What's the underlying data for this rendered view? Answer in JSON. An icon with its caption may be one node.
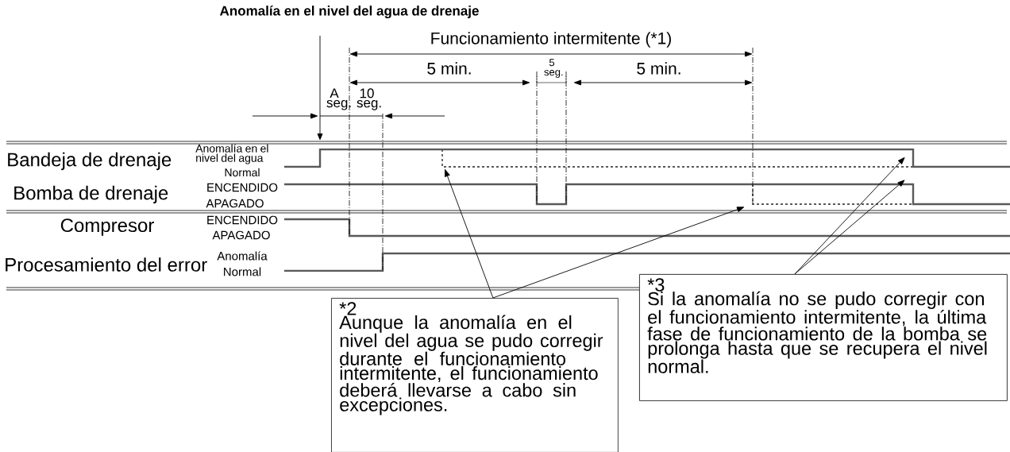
{
  "diagram": {
    "title": "Anomalía en el nivel del agua de drenaje",
    "nodes": [
      {
        "text": [
          "*2",
          "Aunque la anomalía en el nivel del agua se pudo corregir durante el funcionamiento intermitente, el funcionamiento deberá llevarse a cabo sin excepciones."
        ]
      },
      {
        "text": [
          "*3",
          "Si la anomalía no se pudo corregir con el funcionamiento intermitente, la última fase de funcionamiento de la bomba se prolonga hasta que se recupera el nivel normal."
        ]
      },
      {
        "text": [],
        "shape": "line"
      },
      {
        "text": [],
        "shape": "line",
        "in": 2
      },
      {
        "text": [],
        "shape": "line"
      },
      {
        "text": [],
        "shape": "line",
        "in": 4
      }
    ],
    "edges": [
      {
        "from": 0,
        "to": 3,
        "arrow": "to"
      },
      {
        "from": 0,
        "to": 5,
        "arrow": "to"
      },
      {
        "from": 1,
        "to": 2,
        "arrow": "to"
      },
      {
        "from": 1,
        "to": 4,
        "arrow": "to"
      }
    ],
    "labels": [
      "Funcionamiento intermitente (*1)",
      "5 min.",
      "5 seg.",
      "5 min.",
      "A seg.",
      "10 seg.",
      "Bandeja de drenaje",
      "Anomalía en el nivel del agua",
      "Normal",
      "Bomba de drenaje",
      "ENCENDIDO",
      "APAGADO",
      "Compresor",
      "ENCENDIDO",
      "APAGADO",
      "Procesamiento del error",
      "Anomalía",
      "Normal"
    ]
  }
}
